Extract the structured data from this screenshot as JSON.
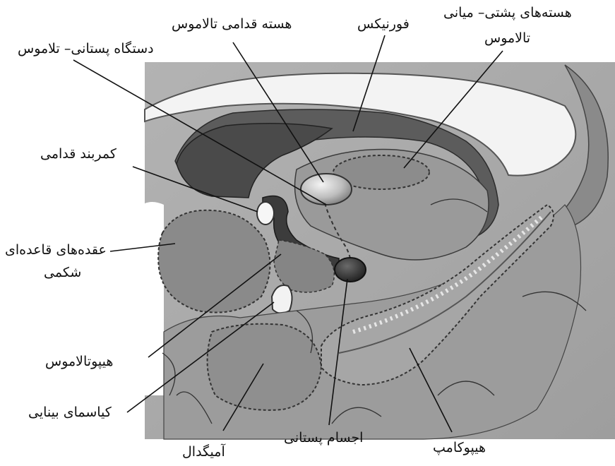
{
  "labels": {
    "anterior_thalamic_nucleus": "هسته قدامی تالاموس",
    "fornix": "فورنیکس",
    "dorsomedial_nuclei_line1": "هسته‌های پشتی– میانی",
    "dorsomedial_nuclei_line2": "تالاموس",
    "mammillothalamic_tract": "دستگاه پستانی– تلاموس",
    "anterior_commissure": "کمربند قدامی",
    "ventral_basal_ganglia_line1": "عقده‌های قاعده‌ای",
    "ventral_basal_ganglia_line2": "شکمی",
    "hypothalamus": "هیپوتالاموس",
    "optic_chiasm": "کیاسمای بینایی",
    "amygdala": "آمیگدال",
    "mammillary_bodies": "اجسام پستانی",
    "hippocampus": "هیپوکامپ"
  },
  "colors": {
    "background": "#ffffff",
    "brain_base": "#a9a9a9",
    "dark_tissue": "#5a5a5a",
    "mid_tissue": "#8c8c8c",
    "light_tissue": "#d8d8d8",
    "corpus_callosum": "#f2f2f2",
    "leader_line": "#111111"
  }
}
